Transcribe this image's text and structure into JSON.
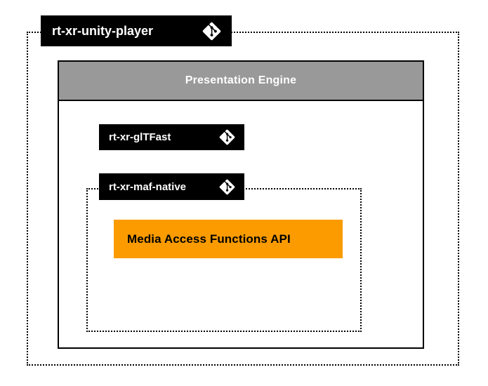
{
  "unity_player": {
    "label": "rt-xr-unity-player",
    "icon": "git-icon"
  },
  "presentation_engine": {
    "title": "Presentation Engine"
  },
  "gltfast": {
    "label": "rt-xr-glTFast",
    "icon": "git-icon"
  },
  "maf_native": {
    "label": "rt-xr-maf-native",
    "icon": "git-icon"
  },
  "maf_api": {
    "label": "Media Access Functions API"
  },
  "colors": {
    "canvas-bg": "#ffffff",
    "border": "#000000",
    "label-bg": "#000000",
    "label-text": "#ffffff",
    "engine-header-bg": "#999999",
    "engine-header-text": "#ffffff",
    "maf-api-bg": "#FB9B00",
    "maf-api-text": "#000000"
  }
}
